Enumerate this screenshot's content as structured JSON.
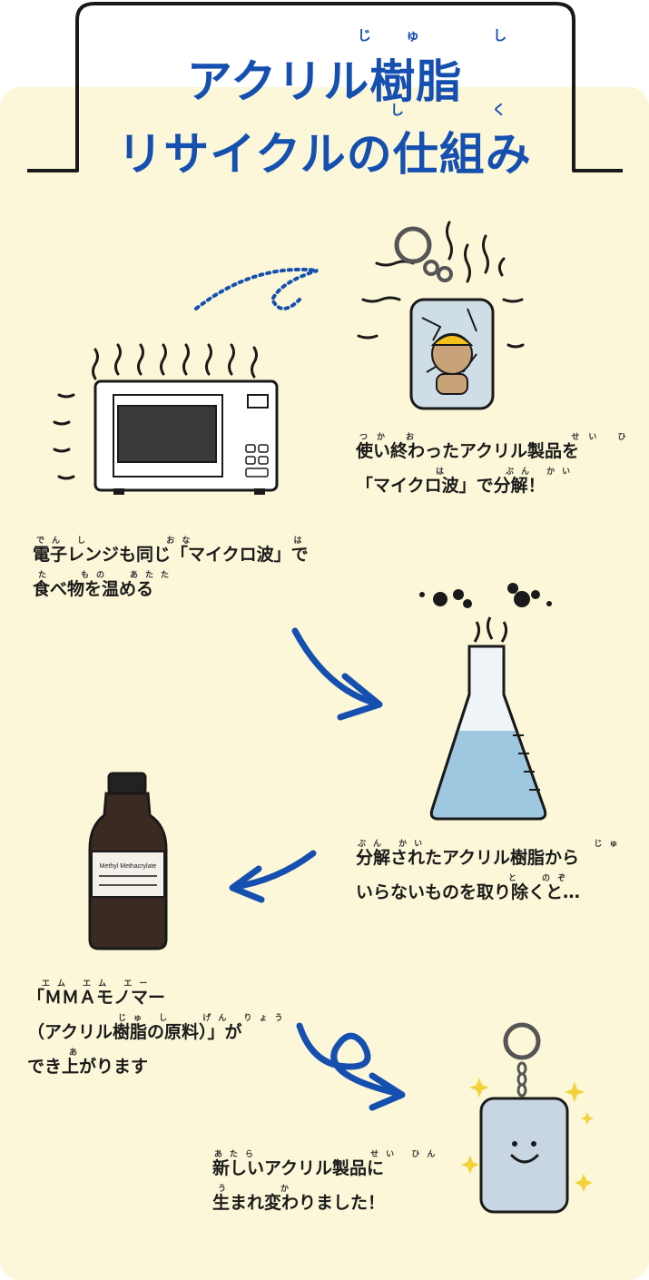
{
  "title": {
    "line1": "アクリル樹脂",
    "line1_ruby": "じゅ し",
    "line2": "リサイクルの仕組み",
    "line2_ruby": "し く"
  },
  "steps": [
    {
      "id": "decompose",
      "lines": [
        "使い終わったアクリル製品を",
        "「マイクロ波」で分解！"
      ],
      "ruby": [
        "つか",
        "お",
        "せい",
        "ひん",
        "は",
        "ぶん",
        "かい"
      ]
    },
    {
      "id": "microwave",
      "lines": [
        "電子レンジも同じ「マイクロ波」で",
        "食べ物を温める"
      ],
      "ruby": [
        "でん",
        "し",
        "おな",
        "は",
        "た",
        "もの",
        "あたた"
      ]
    },
    {
      "id": "purify",
      "lines": [
        "分解されたアクリル樹脂から",
        "いらないものを取り除くと…"
      ],
      "ruby": [
        "ぶん",
        "かい",
        "じゅ",
        "し",
        "と",
        "のぞ"
      ]
    },
    {
      "id": "monomer",
      "lines": [
        "「ＭＭＡモノマー",
        "（アクリル樹脂の原料）」が",
        "でき上がります"
      ],
      "ruby": [
        "エム",
        "エム",
        "エー",
        "じゅ",
        "し",
        "げん",
        "りょう",
        "あ"
      ]
    },
    {
      "id": "new-product",
      "lines": [
        "新しいアクリル製品に",
        "生まれ変わりました！"
      ],
      "ruby": [
        "あたら",
        "せい",
        "ひん",
        "う",
        "か"
      ]
    }
  ],
  "bottle_label": "Methyl Methacrylate",
  "colors": {
    "accent": "#1550b0",
    "panel": "#fbf7d8",
    "ink": "#1a1a1a",
    "flask_liquid": "#9dc8e0"
  }
}
